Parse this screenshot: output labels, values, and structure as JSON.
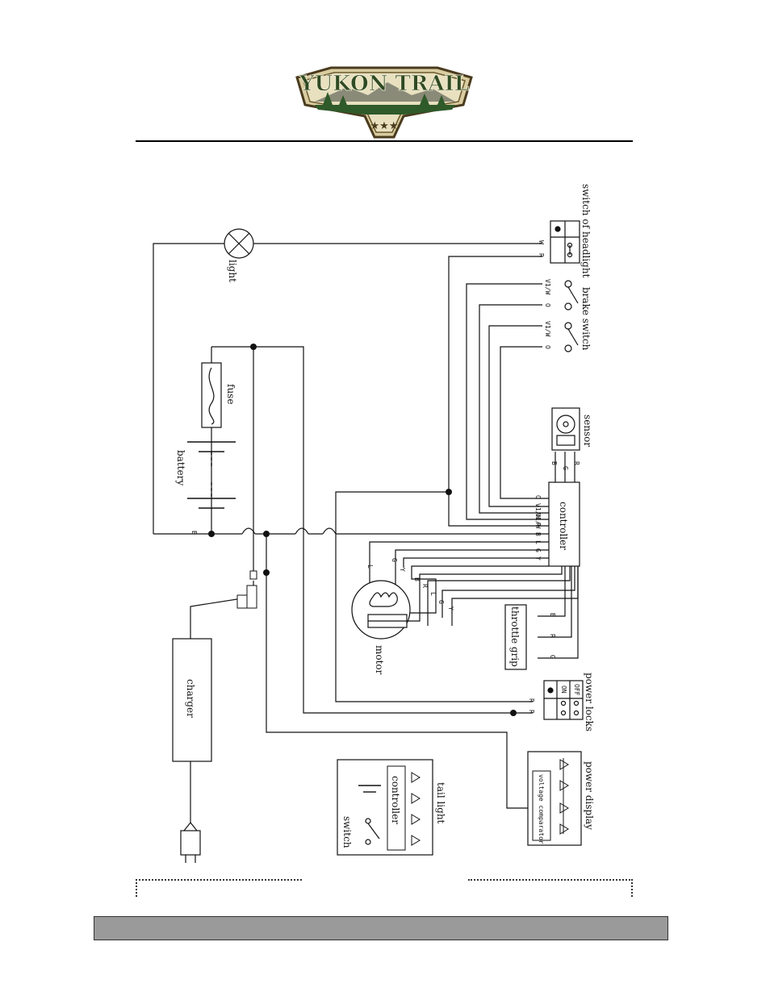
{
  "logo": {
    "text": "YUKON TRAIL",
    "stars": "★★★"
  },
  "labels": {
    "light": "light",
    "fuse": "fuse",
    "battery": "battery",
    "charger": "charger",
    "motor": "motor",
    "controller": "controller",
    "throttle": "throttle grip",
    "sensor": "sensor",
    "headlight_switch": "switch of headlight",
    "brake_switch": "brake switch",
    "power_locks": "power locks",
    "power_display": "power display",
    "voltage_comparator": "voltage comparator",
    "tail_light": "tail light",
    "tail_controller": "controller",
    "tail_switch": "switch"
  },
  "wire_codes": {
    "headlight": [
      "W",
      "R"
    ],
    "brake1": [
      "V1/W",
      "O"
    ],
    "brake2": [
      "V1/W",
      "O"
    ],
    "sensor": [
      "B",
      "G",
      "R"
    ],
    "controller_top": [
      "O",
      "V1/W",
      "V1/W",
      "R",
      "B"
    ],
    "controller_motor": [
      "L",
      "G",
      "Y"
    ],
    "motor_phase": [
      "L",
      "G",
      "Y"
    ],
    "motor_hall": [
      "B",
      "R",
      "L",
      "G",
      "Y"
    ],
    "throttle": [
      "B",
      "R",
      "G"
    ],
    "battery_neg": "B",
    "locks": [
      "R",
      "R"
    ],
    "locks_grid": [
      "OFF",
      "ON"
    ]
  }
}
